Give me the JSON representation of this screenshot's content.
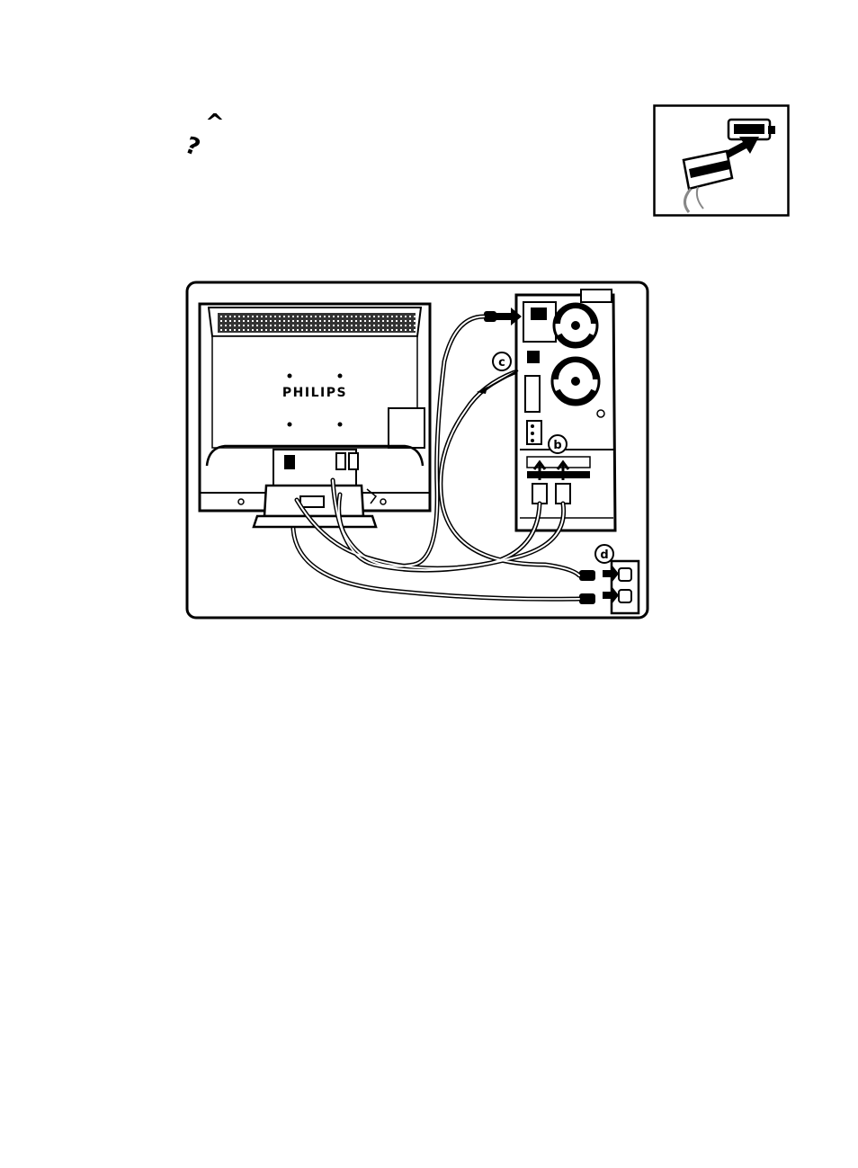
{
  "glyphs": {
    "caret": "^",
    "hook": "¿"
  },
  "diagram": {
    "brand": "PHILIPS",
    "callouts": {
      "b": "b",
      "c": "c",
      "d": "d"
    }
  },
  "colors": {
    "ink": "#000000",
    "paper": "#ffffff",
    "cable": "#7a7a7a"
  }
}
